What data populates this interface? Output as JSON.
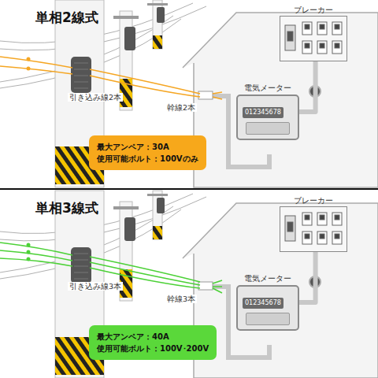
{
  "diagram": {
    "nodes": [
      {
        "text": [
          "ブレーカー"
        ]
      },
      {
        "text": [
          "電気メーター",
          "012345678"
        ]
      },
      {
        "text": [
          "最大アンペア：30A",
          "使用可能ボルト：100Vのみ"
        ]
      },
      {
        "text": [
          "ブレーカー"
        ]
      },
      {
        "text": [
          "電気メーター",
          "012345678"
        ]
      },
      {
        "text": [
          "最大アンペア：40A",
          "使用可能ボルト：100V･200V"
        ]
      }
    ],
    "edges": [
      {
        "from": 1,
        "to": 0,
        "arrow": "none"
      },
      {
        "from": 4,
        "to": 3,
        "arrow": "none"
      }
    ],
    "labels": [
      "単相2線式",
      "引き込み線2本",
      "幹線2本",
      "単相3線式",
      "引き込み線3本",
      "幹線3本"
    ]
  }
}
